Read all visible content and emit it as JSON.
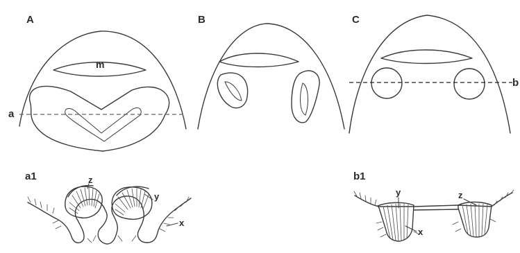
{
  "panels": {
    "A": "A",
    "B": "B",
    "C": "C",
    "a1": "a1",
    "b1": "b1"
  },
  "section_labels": {
    "a": "a",
    "b": "b"
  },
  "part_labels": {
    "m": "m",
    "x": "x",
    "y": "y",
    "z": "z"
  }
}
